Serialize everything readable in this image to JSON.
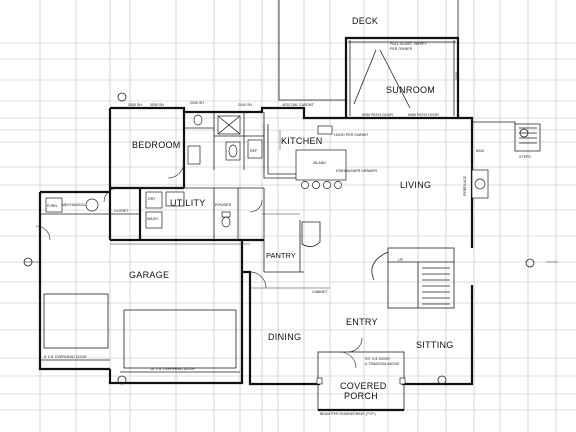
{
  "rooms": {
    "deck": "DECK",
    "sunroom": "SUNROOM",
    "bedroom": "BEDROOM",
    "kitchen": "KITCHEN",
    "living": "LIVING",
    "utility": "UTILITY",
    "garage": "GARAGE",
    "dining": "DINING",
    "entry": "ENTRY",
    "sitting": "SITTING",
    "covered_porch_1": "COVERED",
    "covered_porch_2": "PORCH",
    "pantry": "PANTRY",
    "mechanical": "MECHANICAL",
    "closet": "CLOSET",
    "powder": "POWDER",
    "island": "ISLAND",
    "steps": "STEPS",
    "fireplace": "FIREPLACE",
    "dry": "DRY",
    "wash": "WASH",
    "ref": "REF",
    "furn": "FURN",
    "up": "UP"
  },
  "notes": {
    "glass_verify": "FULL GLASS, VERIFY",
    "glass_owner": "PER OWNER",
    "patio_door_left": "6050 PATIO DOOR",
    "patio_door_right": "6050 PATIO DOOR",
    "bedroom_window_1": "3050 SH",
    "bedroom_window_2": "3050 SH",
    "bedroom_window_3": "2040 SH",
    "kitchen_window": "4030 DBL CASEMT",
    "kitchen_window_2": "2040 SH",
    "hood": "HOOD PER OWNER",
    "dishwasher": "DISHWASHER DRAWER",
    "overhead_door_left": "8' X 8' OVERHEAD DOOR",
    "overhead_door_right": "16' X 8' OVERHEAD DOOR",
    "beam": "BEAM PER ENGINEERING (TYP.)",
    "entry_door_1": "3'0\" X 8' DOOR",
    "entry_door_2": "& TRANSOM ABOVE",
    "cabinet": "CABINET",
    "window_6040": "6040",
    "window_3050": "3050"
  }
}
